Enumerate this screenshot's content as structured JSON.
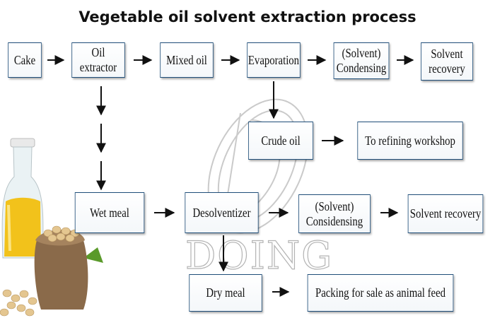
{
  "title": "Vegetable oil solvent extraction process",
  "nodes": {
    "cake": "Cake",
    "oil_extractor": "Oil extractor",
    "mixed_oil": "Mixed oil",
    "evaporation": "Evaporation",
    "solvent_condensing_1": [
      "(Solvent)",
      "Condensing"
    ],
    "solvent_recovery_1": [
      "Solvent",
      "recovery"
    ],
    "crude_oil": "Crude oil",
    "refining": "To refining workshop",
    "wet_meal": "Wet meal",
    "desolventizer": "Desolventizer",
    "solvent_condensing_2": [
      "(Solvent)",
      "Considensing"
    ],
    "solvent_recovery_2": "Solvent recovery",
    "dry_meal": "Dry meal",
    "packing": "Packing for sale as animal feed"
  },
  "watermark": "DOING",
  "colors": {
    "box_border": "#1f4e79",
    "arrow": "#111111",
    "oil": "#f2c21b",
    "sack": "#8a6a4a",
    "beans": "#e4c690"
  }
}
